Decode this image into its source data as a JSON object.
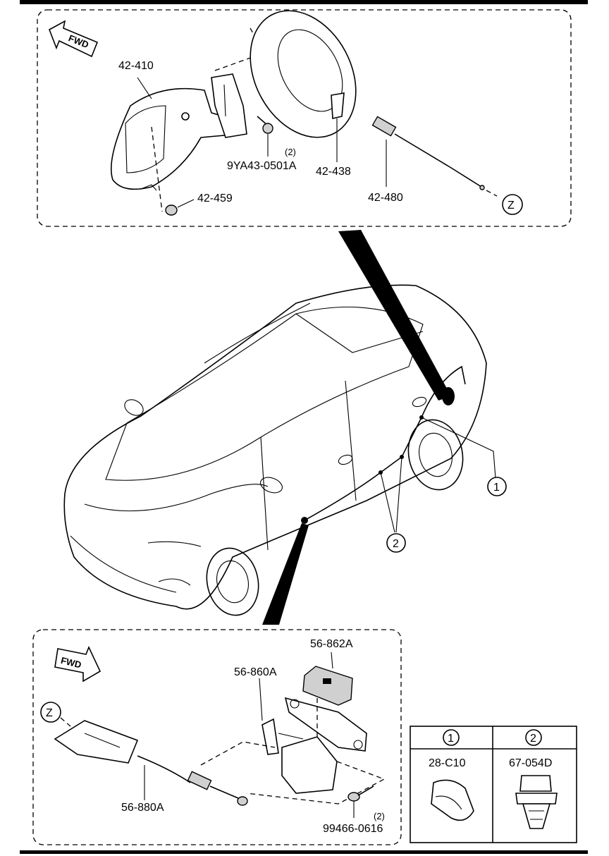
{
  "callouts": {
    "fuel_lid": "42-410",
    "bolt": "9YA43-0501A",
    "bolt_qty": "(2)",
    "bumper": "42-459",
    "spring": "42-438",
    "lid_cable": "42-480",
    "opener_cover": "56-862A",
    "opener_lever": "56-860A",
    "opener_cable": "56-880A",
    "screw": "99466-0616",
    "screw_qty": "(2)"
  },
  "markers": {
    "z_top": "Z",
    "z_bottom": "Z",
    "clip_1": "1",
    "clip_2": "2"
  },
  "fwd": {
    "top": "FWD",
    "bottom": "FWD"
  },
  "legend": {
    "col1_num": "1",
    "col1_part": "28-C10",
    "col2_num": "2",
    "col2_part": "67-054D"
  }
}
